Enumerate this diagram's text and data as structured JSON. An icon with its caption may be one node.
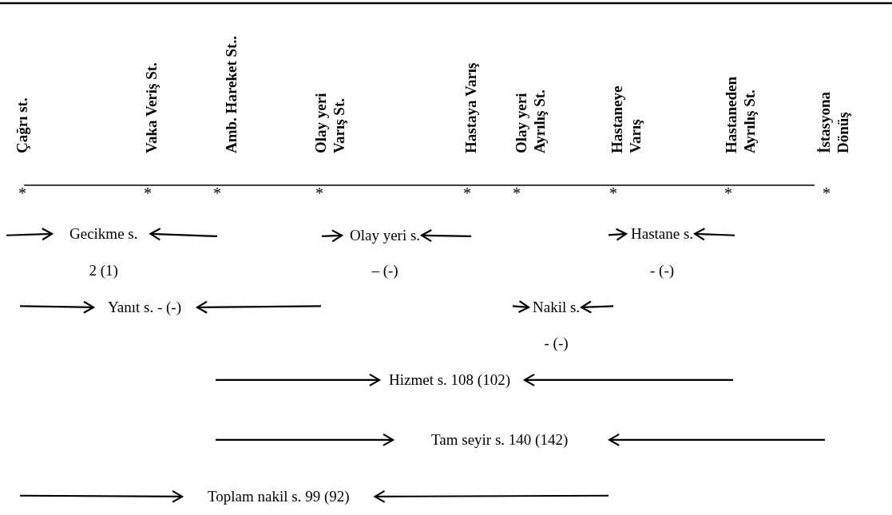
{
  "diagram": {
    "nodes": [
      {
        "text": [
          "Gecikme s."
        ],
        "beside": [
          "2 (1)"
        ]
      },
      {
        "text": [
          "Olay yeri s."
        ],
        "beside": [
          "– (-)"
        ]
      },
      {
        "text": [
          "Hastane s."
        ],
        "beside": [
          "- (-)"
        ]
      },
      {
        "text": [
          "Yanıt s. - (-)"
        ]
      },
      {
        "text": [
          "Nakil s."
        ],
        "beside": [
          "- (-)"
        ]
      },
      {
        "text": [
          "Hizmet s. 108 (102)"
        ]
      },
      {
        "text": [
          "Tam seyir s. 140 (142)"
        ]
      },
      {
        "text": [
          "Toplam nakil s. 99 (92)"
        ]
      }
    ],
    "edges": [
      {
        "from": null,
        "to": 0,
        "arrow": "to"
      },
      {
        "from": null,
        "to": 0,
        "arrow": "to"
      },
      {
        "from": null,
        "to": 1,
        "arrow": "to"
      },
      {
        "from": null,
        "to": 1,
        "arrow": "to"
      },
      {
        "from": null,
        "to": 2,
        "arrow": "to"
      },
      {
        "from": null,
        "to": 2,
        "arrow": "to"
      },
      {
        "from": null,
        "to": 3,
        "arrow": "to"
      },
      {
        "from": null,
        "to": 3,
        "arrow": "to"
      },
      {
        "from": null,
        "to": 4,
        "arrow": "to"
      },
      {
        "from": null,
        "to": 4,
        "arrow": "to"
      },
      {
        "from": null,
        "to": 5,
        "arrow": "to"
      },
      {
        "from": null,
        "to": 5,
        "arrow": "to"
      },
      {
        "from": null,
        "to": 6,
        "arrow": "to"
      },
      {
        "from": null,
        "to": 6,
        "arrow": "to"
      },
      {
        "from": null,
        "to": 7,
        "arrow": "to"
      },
      {
        "from": null,
        "to": 7,
        "arrow": "to"
      }
    ],
    "labels": [
      "Çağrı st.",
      "Vaka Veriş St.",
      "Amb. Hareket St..",
      "Olay yeri Varış St.",
      "Hastaya Varış",
      "Olay yeri Ayrılış St.",
      "Hastaneye Varış",
      "Hastaneden Ayrılış St.",
      "İstasyona Dönüş",
      "*",
      "*",
      "*",
      "*",
      "*",
      "*",
      "*",
      "*",
      "*"
    ]
  }
}
